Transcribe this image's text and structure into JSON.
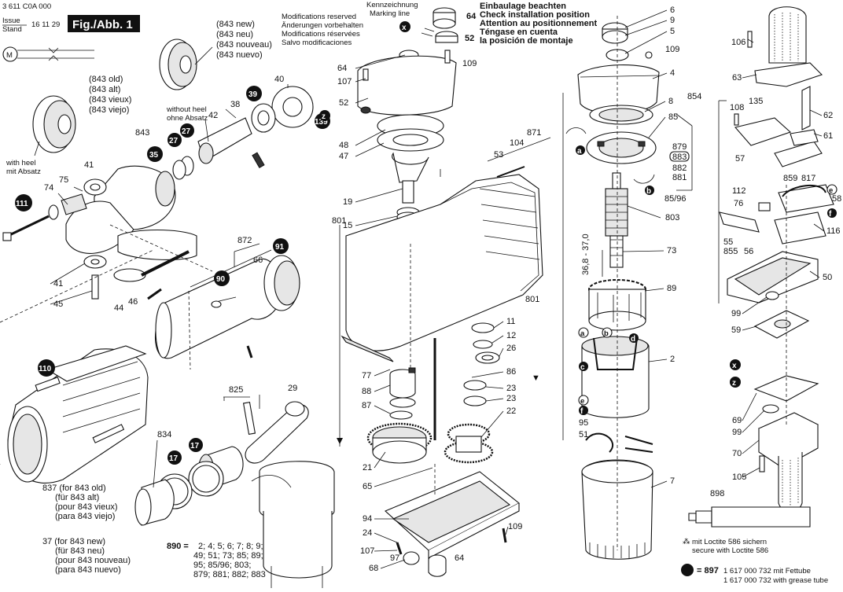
{
  "header": {
    "part_no": "3 611 C0A 000",
    "issue_label": "Issue",
    "stand_label": "Stand",
    "issue_date": "16 11 29",
    "fig_title": "Fig./Abb. 1"
  },
  "notes": {
    "mod_reserved": [
      "Modifications reserved",
      "Änderungen vorbehalten",
      "Modifications réservées",
      "Salvo modificaciones"
    ],
    "check_install": [
      "Einbaulage beachten",
      "Check installation position",
      "Attention au positionnement",
      "Téngase en cuenta",
      "la posición de montaje"
    ],
    "marking_line": [
      "Kennzeichnung",
      "Marking line"
    ],
    "version_new": [
      "(843 new)",
      "(843 neu)",
      "(843 nouveau)",
      "(843 nuevo)"
    ],
    "version_old": [
      "(843 old)",
      "(843 alt)",
      "(843 vieux)",
      "(843 viejo)"
    ],
    "without_heel": [
      "without heel",
      "ohne Absatz"
    ],
    "with_heel": [
      "with heel",
      "mit Absatz"
    ],
    "note_837": [
      "837 (for 843 old)",
      "(für 843 alt)",
      "(pour 843 vieux)",
      "(para 843 viejo)"
    ],
    "note_37": [
      "37 (for 843 new)",
      "(für 843 neu)",
      "(pour 843 nouveau)",
      "(para 843 nuevo)"
    ],
    "set_890_label": "890 =",
    "set_890_lines": [
      "2; 4; 5; 6; 7; 8; 9;",
      "49; 51; 73; 85; 89;",
      "95; 85/96; 803;",
      "879; 881; 882; 883"
    ],
    "loctite": [
      "mit Loctite 586 sichern",
      "secure with Loctite 586"
    ],
    "grease_label": "= 897",
    "grease_lines": [
      "1 617 000 732 mit Fettube",
      "1 617 000 732 with grease tube"
    ],
    "dimension": "36,8 - 37,0"
  },
  "labels": {
    "n6": "6",
    "n9": "9",
    "n5": "5",
    "n109a": "109",
    "n4": "4",
    "n8": "8",
    "n85": "85",
    "n879": "879",
    "n883": "883",
    "n882": "882",
    "n881": "881",
    "n8596": "85/96",
    "n803": "803",
    "n73": "73",
    "n89": "89",
    "n2": "2",
    "n95": "95",
    "n51": "51",
    "n7": "7",
    "n64a": "64",
    "n52a": "52",
    "n64b": "64",
    "n107a": "107",
    "n109b": "109",
    "n52b": "52",
    "n139": "139",
    "n48": "48",
    "n47": "47",
    "n19": "19",
    "n15": "15",
    "n871": "871",
    "n104": "104",
    "n53": "53",
    "n801a": "801",
    "n801b": "801",
    "n11": "11",
    "n12": "12",
    "n26": "26",
    "n86": "86",
    "n77": "77",
    "n88": "88",
    "n87": "87",
    "n23a": "23",
    "n23b": "23",
    "n22": "22",
    "n21": "21",
    "n65": "65",
    "n94": "94",
    "n24": "24",
    "n107b": "107",
    "n68": "68",
    "n97": "97",
    "n64c": "64",
    "n109c": "109",
    "n40": "40",
    "n39": "39",
    "n38": "38",
    "n42": "42",
    "n843": "843",
    "n35": "35",
    "n27": "27",
    "n41a": "41",
    "n75": "75",
    "n74": "74",
    "n111": "111",
    "n41b": "41",
    "n45": "45",
    "n44": "44",
    "n46": "46",
    "n872": "872",
    "n66": "66",
    "n91": "91",
    "n90": "90",
    "n110": "110",
    "n825": "825",
    "n29": "29",
    "n834": "834",
    "n17a": "17",
    "n17b": "17",
    "n106": "106",
    "n63": "63",
    "n854": "854",
    "n108": "108",
    "n135": "135",
    "n62": "62",
    "n61": "61",
    "n57": "57",
    "n112": "112",
    "n859": "859",
    "n817": "817",
    "n76": "76",
    "n58": "58",
    "n116": "116",
    "n55": "55",
    "n855": "855",
    "n56": "56",
    "n50": "50",
    "n99a": "99",
    "n59": "59",
    "n69": "69",
    "n99b": "99",
    "n70": "70",
    "n105": "105",
    "n898": "898"
  },
  "callouts": {
    "a": "a",
    "b": "b",
    "c": "c",
    "d": "d",
    "e": "e",
    "f": "f",
    "x": "x",
    "z": "z"
  }
}
